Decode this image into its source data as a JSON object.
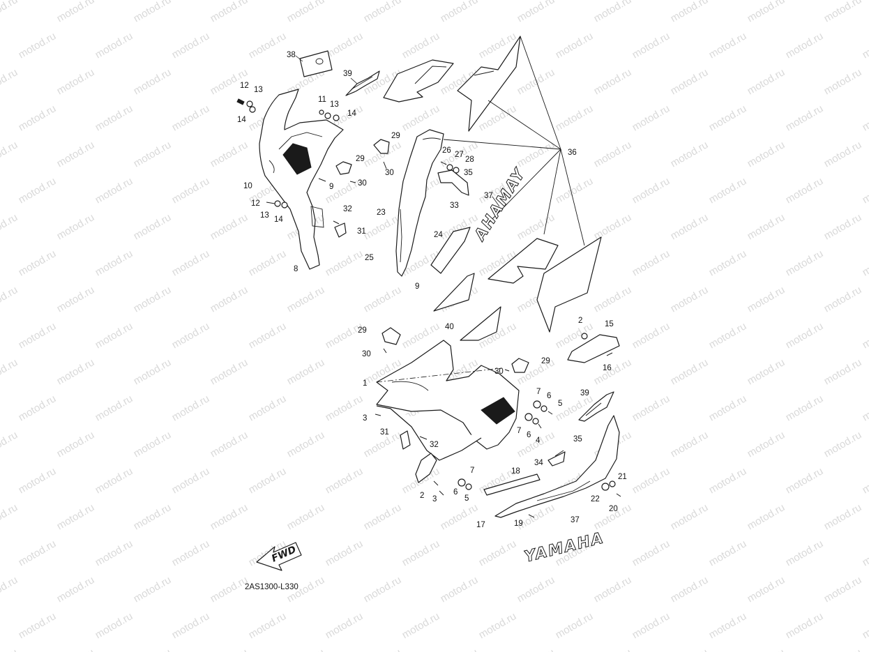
{
  "watermark": {
    "text": "motod.ru",
    "color": "#d9d9d9"
  },
  "diagram": {
    "code": "2AS1300-L330",
    "fwd_label": "FWD",
    "decal_text": "YAMAHA",
    "decal_text_mirrored": "AHAMAY",
    "callouts": {
      "c38": "38",
      "c39a": "39",
      "c12a": "12",
      "c13a": "13",
      "c14a": "14",
      "c11": "11",
      "c13b": "13",
      "c14b": "14",
      "c29a": "29",
      "c29b": "29",
      "c30a": "30",
      "c30b": "30",
      "c9a": "9",
      "c10": "10",
      "c12b": "12",
      "c13c": "13",
      "c14c": "14",
      "c32a": "32",
      "c31a": "31",
      "c8": "8",
      "c36": "36",
      "c26": "26",
      "c27": "27",
      "c28": "28",
      "c35a": "35",
      "c33": "33",
      "c37a": "37",
      "c23": "23",
      "c24": "24",
      "c25": "25",
      "c9b": "9",
      "c40": "40",
      "c29c": "29",
      "c30c": "30",
      "c2a": "2",
      "c15": "15",
      "c16": "16",
      "c30d": "30",
      "c29d": "29",
      "c1": "1",
      "c7a": "7",
      "c6a": "6",
      "c5a": "5",
      "c3a": "3",
      "c7b": "7",
      "c6b": "6",
      "c4": "4",
      "c39b": "39",
      "c31b": "31",
      "c32b": "32",
      "c35b": "35",
      "c34": "34",
      "c7c": "7",
      "c18": "18",
      "c2b": "2",
      "c3b": "3",
      "c6c": "6",
      "c5b": "5",
      "c21": "21",
      "c22": "22",
      "c20": "20",
      "c17": "17",
      "c19": "19",
      "c37b": "37"
    }
  }
}
